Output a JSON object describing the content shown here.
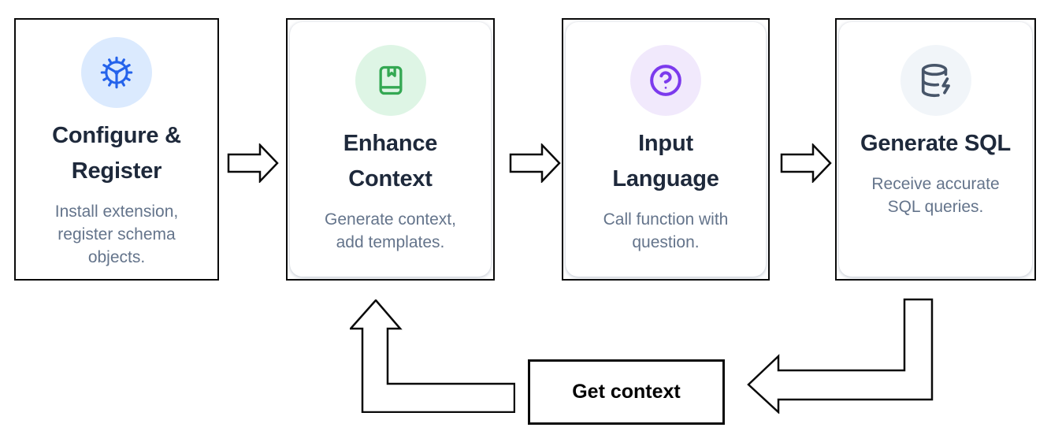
{
  "steps": [
    {
      "title": "Configure & Register",
      "title_lines": [
        "Configure &",
        "Register"
      ],
      "description": "Install extension, register schema objects.",
      "description_lines": [
        "Install extension,",
        "register schema",
        "objects."
      ],
      "icon": "gear-icon",
      "icon_color": "#2563eb",
      "icon_bg": "#dbeafe"
    },
    {
      "title": "Enhance Context",
      "title_lines": [
        "Enhance",
        "Context"
      ],
      "description": "Generate context, add templates.",
      "description_lines": [
        "Generate context,",
        "add templates."
      ],
      "icon": "book-marked-icon",
      "icon_color": "#34a853",
      "icon_bg": "#def5e5"
    },
    {
      "title": "Input Language",
      "title_lines": [
        "Input",
        "Language"
      ],
      "description": "Call function with question.",
      "description_lines": [
        "Call function with",
        "question."
      ],
      "icon": "help-circle-icon",
      "icon_color": "#7c3aed",
      "icon_bg": "#f1e9fc"
    },
    {
      "title": "Generate SQL",
      "title_lines": [
        "Generate SQL"
      ],
      "description": "Receive accurate SQL queries.",
      "description_lines": [
        "Receive accurate",
        "SQL queries."
      ],
      "icon": "database-zap-icon",
      "icon_color": "#475569",
      "icon_bg": "#f1f5f9"
    }
  ],
  "loop": {
    "label": "Get context"
  },
  "colors": {
    "title": "#1e293b",
    "description": "#64748b",
    "border": "#0a0a0a",
    "loop_text": "#000000"
  }
}
